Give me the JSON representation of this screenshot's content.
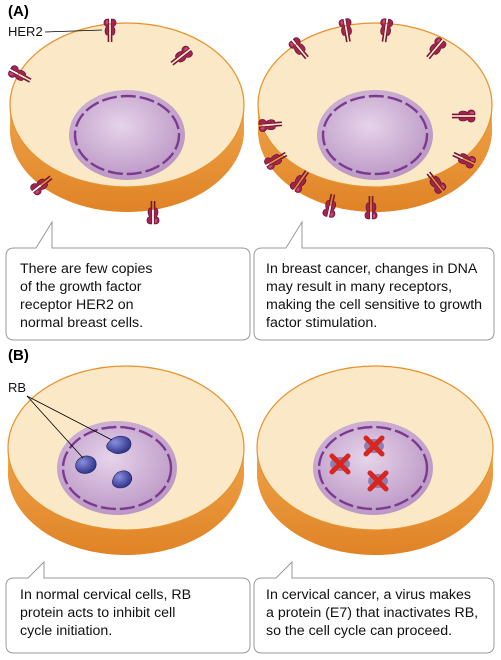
{
  "panels": {
    "a": {
      "letter": "(A)",
      "label": "HER2",
      "caption_normal": [
        "There are few copies",
        "of the growth factor",
        "receptor HER2 on",
        "normal breast cells."
      ],
      "caption_cancer": [
        "In breast cancer, changes in DNA",
        "may result in many receptors,",
        "making the cell sensitive to growth",
        "factor stimulation."
      ]
    },
    "b": {
      "letter": "(B)",
      "label": "RB",
      "caption_normal": [
        "In normal cervical cells, RB",
        "protein acts to inhibit cell",
        "cycle initiation."
      ],
      "caption_cancer": [
        "In cervical cancer, a virus makes",
        "a protein (E7) that inactivates RB,",
        "so the cell cycle can proceed."
      ]
    }
  },
  "colors": {
    "cytoplasm": "#fbe8c6",
    "membrane_edge": "#e8912c",
    "nucleus": "#c9a3d2",
    "nuclear_envelope": "#7a3b8f",
    "receptor": "#a3234f",
    "rb_protein": "#3b3f9f",
    "inactivation_mark": "#d8261e"
  },
  "icons": [
    "her2-receptor-icon",
    "rb-protein-icon",
    "red-x-icon"
  ]
}
